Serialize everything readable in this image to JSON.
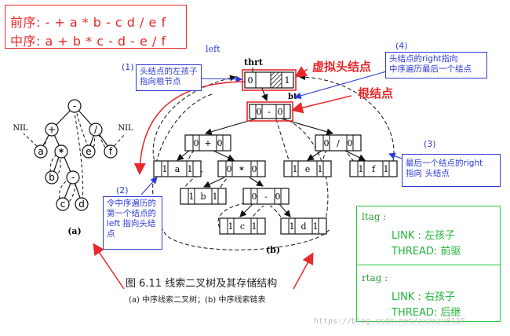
{
  "header": {
    "preorder": "前序: - + a * b - c d / e f",
    "inorder": "中序: a + b * c - d - e / f"
  },
  "annotations": {
    "n1_num": "(1)",
    "n1_left": "left",
    "n1_text": [
      "头结点的左孩子",
      "指向根节点"
    ],
    "n2_num": "(2)",
    "n2_text": [
      "令中序遍历的",
      "第一个结点的",
      "left 指向头结",
      "点"
    ],
    "n3_num": "(3)",
    "n3_text": [
      "最后一个结点的right",
      "指向 头结点"
    ],
    "n4_num": "(4)",
    "n4_text": [
      "头结点的right指向",
      "中序遍历最后一个结点"
    ]
  },
  "labels": {
    "virtual_head": "虚拟头结点",
    "root": "根结点",
    "thrt": "thrt",
    "bt": "bt"
  },
  "tree_a": {
    "nodes": [
      "-",
      "+",
      "/",
      "a",
      "*",
      "e",
      "f",
      "b",
      "-",
      "c",
      "d"
    ],
    "nil": "NIL",
    "label": "(a)"
  },
  "tree_b": {
    "head": [
      "0",
      "1"
    ],
    "root": [
      "0",
      "-",
      "0"
    ],
    "plus": [
      "0",
      "+",
      "0"
    ],
    "div": [
      "0",
      "/",
      "0"
    ],
    "a": [
      "1",
      "a",
      "1"
    ],
    "star": [
      "0",
      "*",
      "0"
    ],
    "e": [
      "1",
      "e",
      "1"
    ],
    "f": [
      "1",
      "f",
      "1"
    ],
    "b": [
      "1",
      "b",
      "1"
    ],
    "minus2": [
      "0",
      "-",
      "0"
    ],
    "c": [
      "1",
      "c",
      "1"
    ],
    "d": [
      "1",
      "d",
      "1"
    ],
    "label": "(b)"
  },
  "caption": {
    "title": "图 6.11    线索二叉树及其存储结构",
    "subtitle": "(a) 中序线索二叉树；(b) 中序线索链表"
  },
  "legend": {
    "ltag_title": "ltag :",
    "ltag_link": "LINK : 左孩子",
    "ltag_thread": "THREAD: 前驱",
    "rtag_title": "rtag :",
    "rtag_link": "LINK : 右孩子",
    "rtag_thread": "THREAD: 后继"
  },
  "watermark": "https://blog.csdn.net/zxzxzx0119",
  "colors": {
    "red": "#e8282a",
    "blue": "#2c3ad6",
    "green": "#28c83c"
  }
}
